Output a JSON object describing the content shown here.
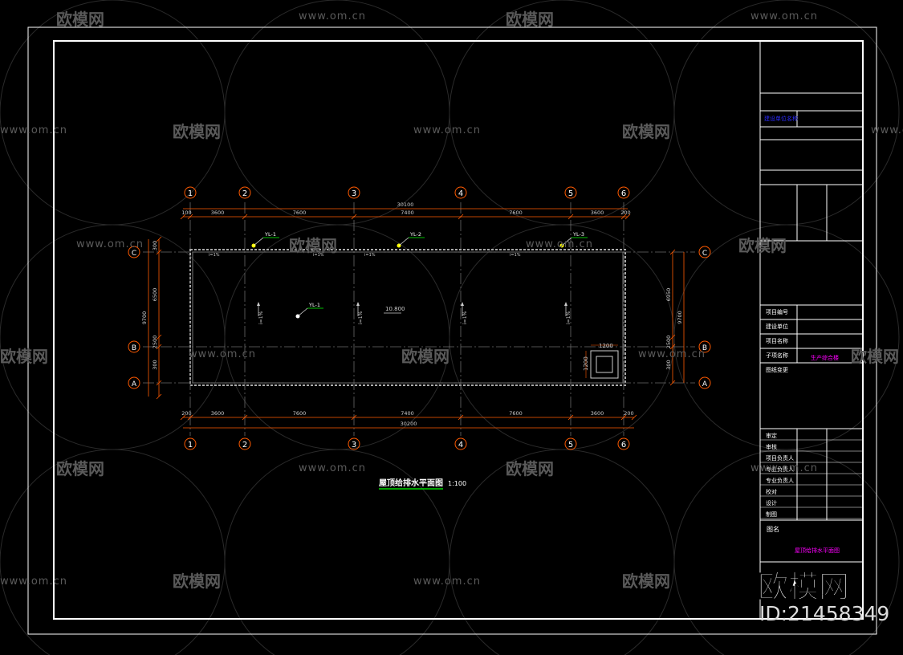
{
  "drawing": {
    "title": "屋顶给排水平面图",
    "scale": "1:100",
    "axes_numeric": [
      "1",
      "2",
      "3",
      "4",
      "5",
      "6"
    ],
    "axes_letter": [
      "A",
      "B",
      "C"
    ],
    "dims_top": [
      "100",
      "3600",
      "7600",
      "7400",
      "7600",
      "3600",
      "200"
    ],
    "dims_top_total": "30100",
    "dims_bottom": [
      "200",
      "3600",
      "7600",
      "7400",
      "7600",
      "3600",
      "200"
    ],
    "dims_bottom_total": "30200",
    "dims_left": [
      "300",
      "6500",
      "2500",
      "300"
    ],
    "dims_left_total": "9700",
    "dims_right": [
      "6950",
      "2500",
      "300"
    ],
    "dims_right_total": "9700",
    "pipe_tags": [
      "YL-1",
      "YL-2",
      "YL-3",
      "YL-1"
    ],
    "slope": "i=1%",
    "elevation": "10.800",
    "shaft_w": "1200",
    "shaft_h": "1200"
  },
  "title_block": {
    "institute": "建设单位名称",
    "labels": [
      "项目编号",
      "建设单位",
      "项目名称",
      "子项名称",
      "图纸变更"
    ],
    "subproject_value": "生产综合楼",
    "signatures": [
      "审定",
      "审核",
      "项目负责人",
      "专业负责人",
      "专业负责人",
      "校对",
      "设计",
      "制图"
    ],
    "drawing_name_label": "图名",
    "drawing_name_value": "屋顶给排水平面图"
  },
  "watermark": {
    "brand": "欧模网",
    "url": "www.om.cn",
    "id_text": "ID:21458349"
  }
}
